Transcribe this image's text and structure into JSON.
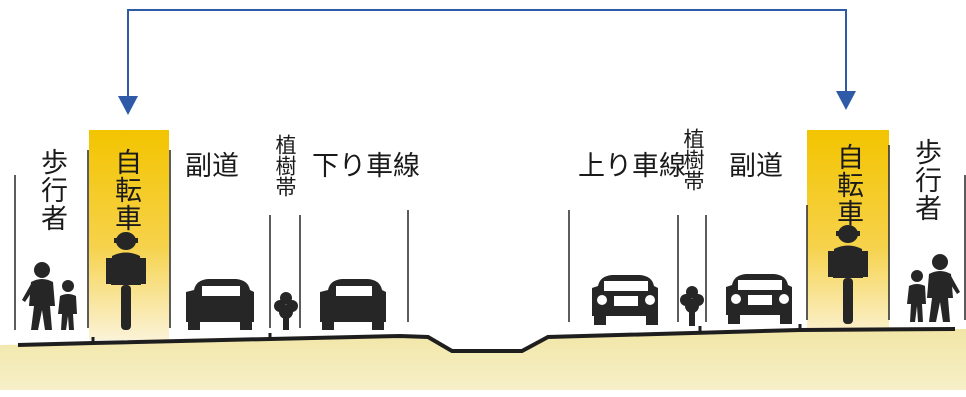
{
  "labels": {
    "pedestrian": "歩行者",
    "bicycle": "自転車",
    "side_road": "副道",
    "planting_strip": "植樹帯",
    "outbound_lanes": "下り車線",
    "inbound_lanes": "上り車線"
  },
  "colors": {
    "bicycle_highlight": "#f3c400",
    "arrow": "#2f5aa8",
    "ground": "#f3eab4",
    "figure": "#262626"
  },
  "icons": [
    "pedestrian-icon",
    "cyclist-icon",
    "car-rear-icon",
    "car-front-icon",
    "tree-icon",
    "arrow-down-icon"
  ]
}
